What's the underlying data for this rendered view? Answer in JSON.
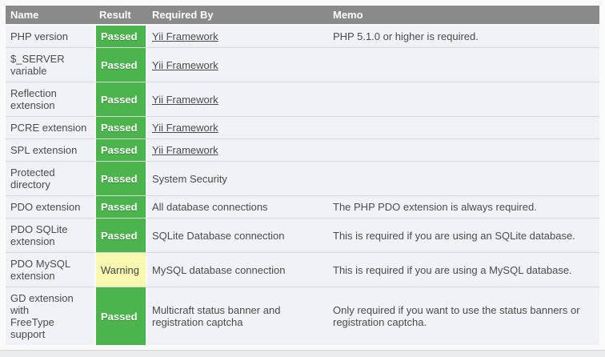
{
  "colors": {
    "header_bg": "#8a8a8a",
    "header_text": "#ffffff",
    "row_bg": "#f1f2f5",
    "body_text": "#4b4b4b",
    "passed_bg": "#4cb44c",
    "passed_text": "#ffffff",
    "warning_bg": "#f8f8b0",
    "warning_text": "#454545",
    "divider": "#d7d7d7",
    "page_bg": "#fafafa"
  },
  "table": {
    "headers": [
      "Name",
      "Result",
      "Required By",
      "Memo"
    ],
    "rows": [
      {
        "name": "PHP version",
        "result": "Passed",
        "status": "passed",
        "required_by": "Yii Framework",
        "required_by_link": true,
        "memo": "PHP 5.1.0 or higher is required."
      },
      {
        "name": "$_SERVER\nvariable",
        "result": "Passed",
        "status": "passed",
        "required_by": "Yii Framework",
        "required_by_link": true,
        "memo": ""
      },
      {
        "name": "Reflection\nextension",
        "result": "Passed",
        "status": "passed",
        "required_by": "Yii Framework",
        "required_by_link": true,
        "memo": ""
      },
      {
        "name": "PCRE extension",
        "result": "Passed",
        "status": "passed",
        "required_by": "Yii Framework",
        "required_by_link": true,
        "memo": ""
      },
      {
        "name": "SPL extension",
        "result": "Passed",
        "status": "passed",
        "required_by": "Yii Framework",
        "required_by_link": true,
        "memo": ""
      },
      {
        "name": "Protected\ndirectory",
        "result": "Passed",
        "status": "passed",
        "required_by": "System Security",
        "required_by_link": false,
        "memo": ""
      },
      {
        "name": "PDO extension",
        "result": "Passed",
        "status": "passed",
        "required_by": "All database connections",
        "required_by_link": false,
        "memo": "The PHP PDO extension is always required."
      },
      {
        "name": "PDO SQLite\nextension",
        "result": "Passed",
        "status": "passed",
        "required_by": "SQLite Database connection",
        "required_by_link": false,
        "memo": "This is required if you are using an SQLite database."
      },
      {
        "name": "PDO MySQL\nextension",
        "result": "Warning",
        "status": "warning",
        "required_by": "MySQL database connection",
        "required_by_link": false,
        "memo": "This is required if you are using a MySQL database."
      },
      {
        "name": "GD extension\nwith\nFreeType\nsupport",
        "result": "Passed",
        "status": "passed",
        "required_by": "Multicraft status banner and registration captcha",
        "required_by_link": false,
        "memo": "Only required if you want to use the status banners or registration captcha."
      }
    ]
  }
}
